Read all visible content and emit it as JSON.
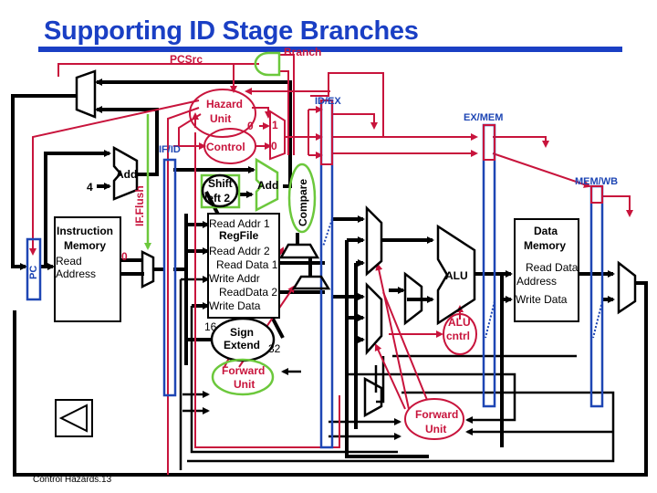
{
  "title": "Supporting ID Stage Branches",
  "footer": "Control Hazards.13",
  "nav": {
    "icon": "back-triangle-icon"
  },
  "colors": {
    "title": "#1a3fc4",
    "control": "#c8143c",
    "pipeline_reg": "#1e46b4",
    "highlight": "#6cc83c",
    "datapath": "#000000"
  },
  "signals": {
    "pcsrc": "PCSrc",
    "branch": "Branch",
    "if_flush": "IF.Flush",
    "zero_a": "0",
    "zero_b": "0",
    "mux_in1": "1",
    "mux_in0": "0",
    "const4": "4",
    "bits16": "16",
    "bits32": "32"
  },
  "pipeline_registers": {
    "if_id": "IF/ID",
    "id_ex": "ID/EX",
    "ex_mem": "EX/MEM",
    "mem_wb": "MEM/WB"
  },
  "units": {
    "pc": "PC",
    "hazard": [
      "Hazard",
      "Unit"
    ],
    "control": "Control",
    "add_pc": "Add",
    "add_branch": "Add",
    "shift": [
      "Shift",
      "left 2"
    ],
    "compare": "Compare",
    "instr_mem": {
      "title": [
        "Instruction",
        "Memory"
      ],
      "ports": [
        "Read",
        "Address"
      ]
    },
    "regfile": {
      "title": "RegFile",
      "ports": [
        "Read Addr 1",
        "Read Addr 2",
        "Read Data 1",
        "Write Addr",
        "ReadData 2",
        "Write Data"
      ]
    },
    "sign_extend": [
      "Sign",
      "Extend"
    ],
    "forward_id": [
      "Forward",
      "Unit"
    ],
    "forward_ex": [
      "Forward",
      "Unit"
    ],
    "alu": "ALU",
    "alu_ctrl": [
      "ALU",
      "cntrl"
    ],
    "data_mem": {
      "title": [
        "Data",
        "Memory"
      ],
      "ports": [
        "Read Data",
        "Address",
        "Write Data"
      ]
    }
  }
}
